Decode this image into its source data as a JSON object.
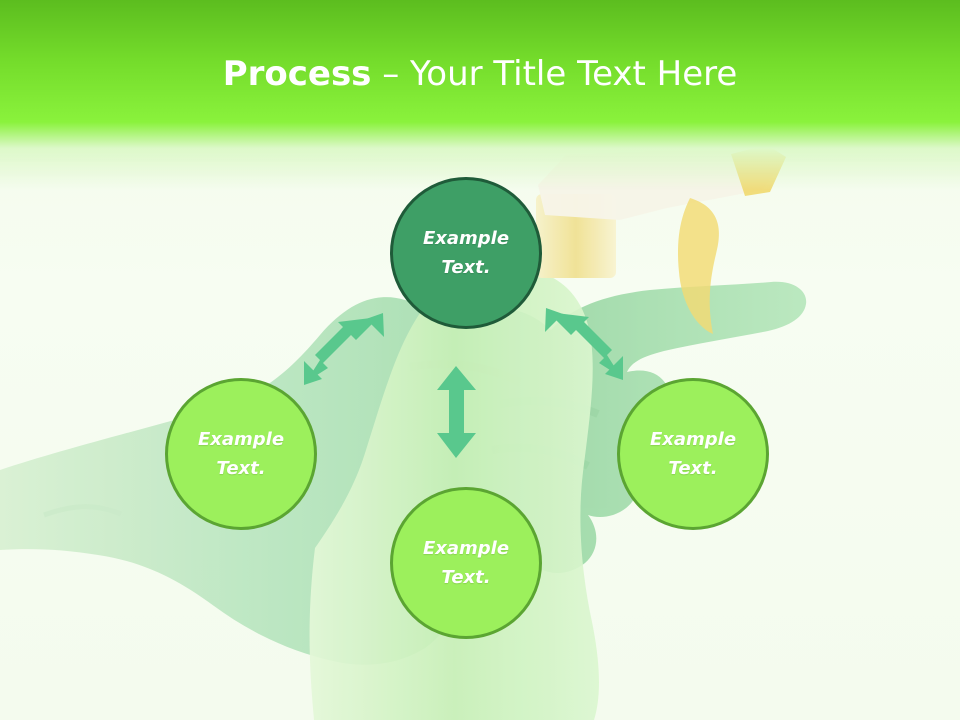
{
  "slide": {
    "title_strong": "Process",
    "title_rest": " – Your Title Text Here"
  },
  "diagram": {
    "nodes": [
      {
        "id": "top",
        "label_line1": "Example",
        "label_line2": "Text."
      },
      {
        "id": "left",
        "label_line1": "Example",
        "label_line2": "Text."
      },
      {
        "id": "right",
        "label_line1": "Example",
        "label_line2": "Text."
      },
      {
        "id": "bottom",
        "label_line1": "Example",
        "label_line2": "Text."
      }
    ]
  },
  "theme": {
    "accent_green": "#8af23c",
    "node_dark": "#3e9f66",
    "node_light": "#9cf05c",
    "arrow_color": "#59c88d"
  }
}
